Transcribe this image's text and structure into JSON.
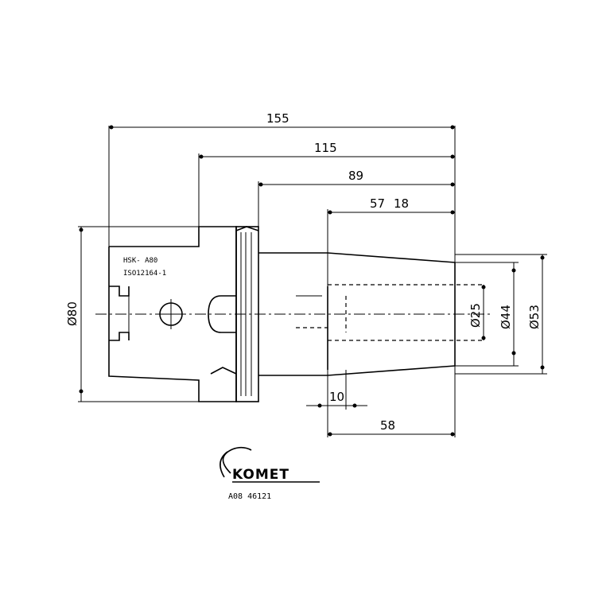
{
  "dimensions": {
    "total_length": "155",
    "length_115": "115",
    "length_89": "89",
    "length_57": "57",
    "length_57_tolerance": "18",
    "flange_diameter": "Ø80",
    "bore_diameter": "Ø25",
    "diameter_44": "Ø44",
    "diameter_53": "Ø53",
    "offset_10": "10",
    "length_58": "58"
  },
  "body_labels": {
    "standard": "HSK- A80",
    "norm": "ISO12164-1"
  },
  "brand": {
    "name": "KOMET",
    "article": "A08 46121"
  }
}
